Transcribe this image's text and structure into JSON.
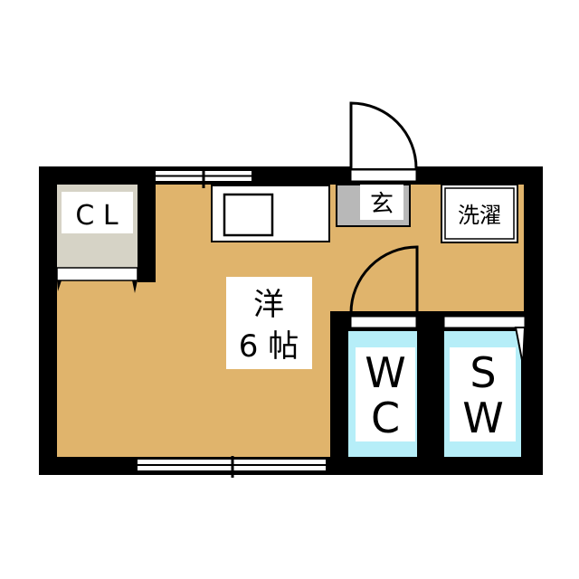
{
  "rooms": {
    "closet": {
      "label": "C L"
    },
    "entrance": {
      "label": "玄"
    },
    "laundry": {
      "label": "洗濯"
    },
    "western_room": {
      "label_line1": "洋",
      "label_line2": "6 帖"
    },
    "toilet": {
      "label_line1": "W",
      "label_line2": "C"
    },
    "shower": {
      "label_line1": "S",
      "label_line2": "W"
    }
  },
  "colors": {
    "floor": "#e0b46c",
    "wall": "#000000",
    "closet_floor": "#d6d3c6",
    "entrance_floor": "#b8b8b8",
    "wet_area": "#b6eef8"
  }
}
